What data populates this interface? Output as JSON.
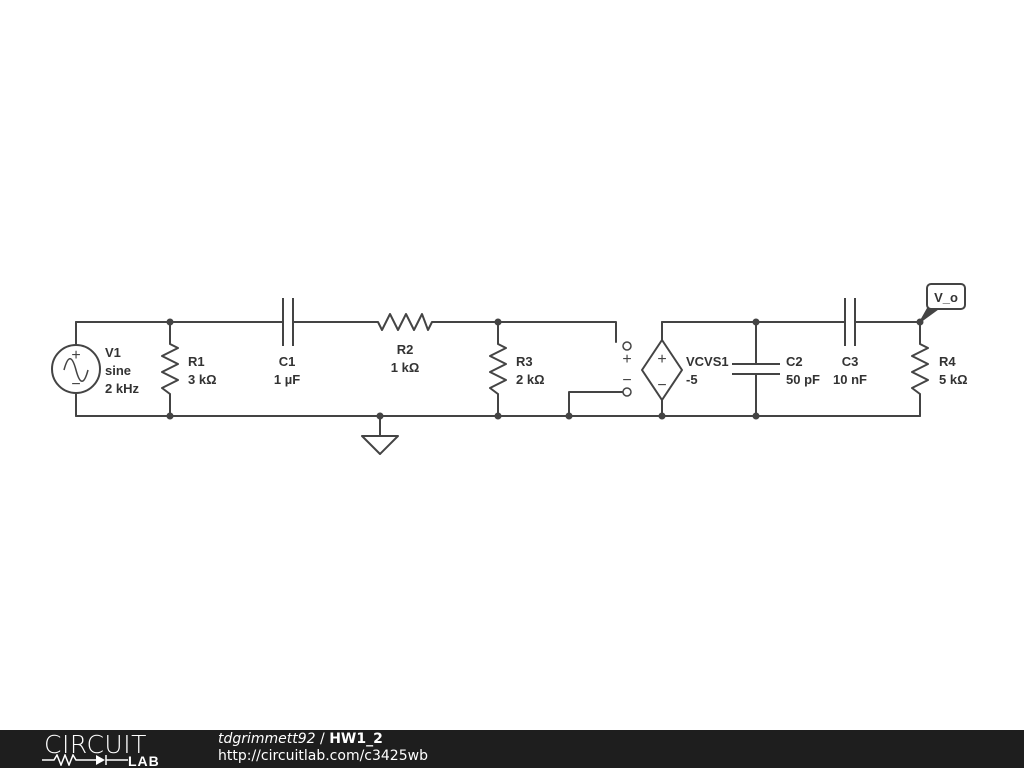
{
  "colors": {
    "wire": "#444444",
    "label": "#333333",
    "footer_bg": "#1e1e1e",
    "footer_text": "#ffffff"
  },
  "components": {
    "V1": {
      "name": "V1",
      "type": "sine",
      "value": "2 kHz"
    },
    "R1": {
      "name": "R1",
      "value": "3 kΩ"
    },
    "C1": {
      "name": "C1",
      "value": "1 µF"
    },
    "R2": {
      "name": "R2",
      "value": "1 kΩ"
    },
    "R3": {
      "name": "R3",
      "value": "2 kΩ"
    },
    "VCVS1": {
      "name": "VCVS1",
      "gain": "-5"
    },
    "C2": {
      "name": "C2",
      "value": "50 pF"
    },
    "C3": {
      "name": "C3",
      "value": "10 nF"
    },
    "R4": {
      "name": "R4",
      "value": "5 kΩ"
    }
  },
  "sense_terminals": {
    "plus": "+",
    "minus": "−"
  },
  "source_signs": {
    "plus": "+",
    "minus": "−"
  },
  "output_label": "V_o",
  "footer": {
    "logo_top": "CIRCUIT",
    "logo_bottom": "LAB",
    "author": "tdgrimmett92",
    "separator": " / ",
    "title": "HW1_2",
    "url": "http://circuitlab.com/c3425wb"
  }
}
